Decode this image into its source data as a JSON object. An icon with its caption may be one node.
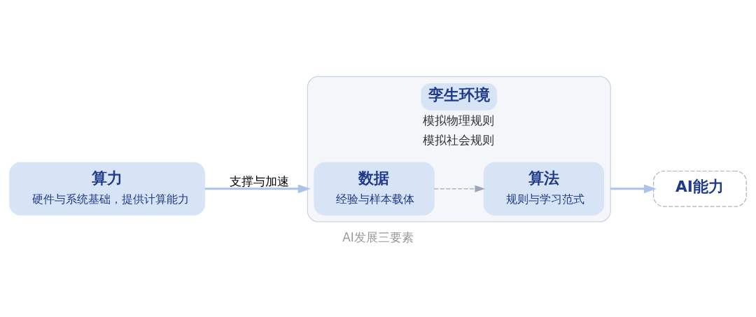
{
  "diagram": {
    "caption": "AI发展三要素",
    "nodes": [
      {
        "text": [
          "孪生环境",
          "模拟物理规则",
          "模拟社会规则"
        ]
      },
      {
        "text": [
          "数据",
          "经验与样本载体"
        ],
        "in": 0
      },
      {
        "text": [
          "算法",
          "规则与学习范式"
        ],
        "in": 0
      },
      {
        "text": [
          "算力",
          "硬件与系统基础，提供计算能力"
        ]
      },
      {
        "text": [
          "AI能力"
        ]
      }
    ],
    "edges": [
      {
        "from": 1,
        "to": 2,
        "arrow": "to",
        "style": "dashed",
        "color": "#9aa7b8"
      },
      {
        "from": 3,
        "to": 0,
        "arrow": "to",
        "label": "支撑与加速"
      },
      {
        "from": 0,
        "to": 4,
        "arrow": "to"
      }
    ]
  }
}
